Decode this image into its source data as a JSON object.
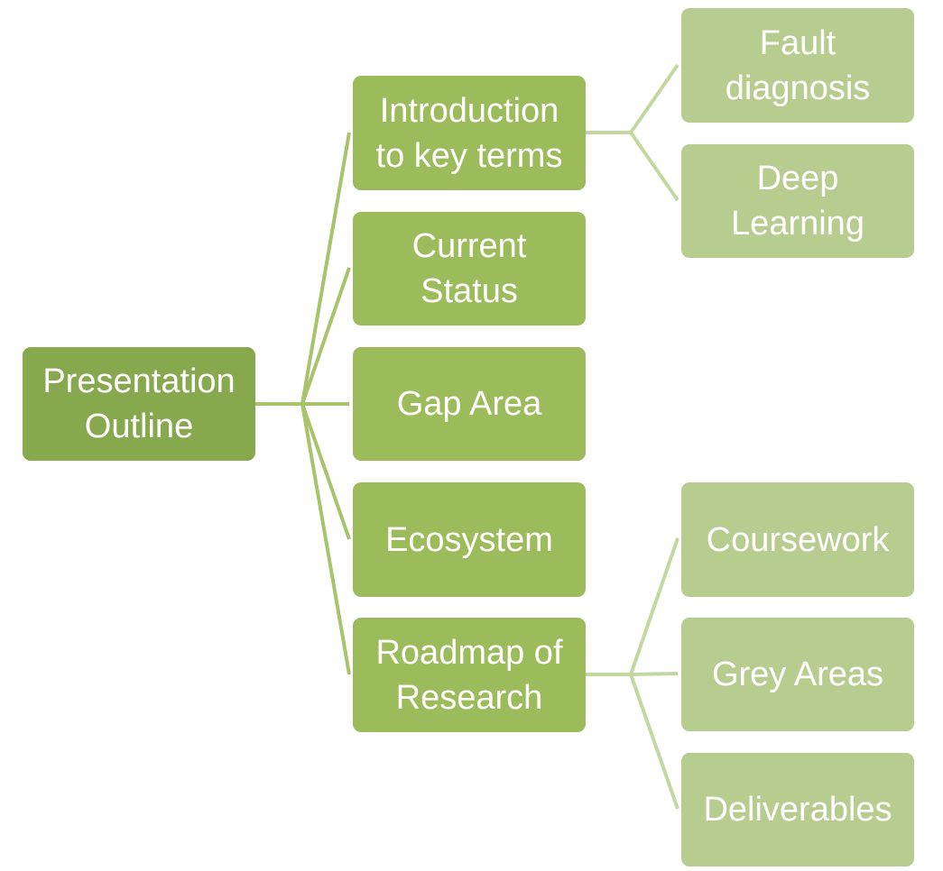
{
  "diagram": {
    "root": {
      "label": "Presentation\nOutline"
    },
    "topics": [
      {
        "label": "Introduction\nto key terms"
      },
      {
        "label": "Current\nStatus"
      },
      {
        "label": "Gap Area"
      },
      {
        "label": "Ecosystem"
      },
      {
        "label": "Roadmap of\nResearch"
      }
    ],
    "intro_subtopics": [
      {
        "label": "Fault\ndiagnosis"
      },
      {
        "label": "Deep\nLearning"
      }
    ],
    "roadmap_subtopics": [
      {
        "label": "Coursework"
      },
      {
        "label": "Grey Areas"
      },
      {
        "label": "Deliverables"
      }
    ],
    "colors": {
      "root_fill": "#88a84e",
      "topic_fill": "#9cbb5b",
      "subtopic_fill": "#b7cd90",
      "root_connector": "#a7c36b",
      "subtopic_connector": "#c3d7a0",
      "text": "#ffffff"
    }
  }
}
